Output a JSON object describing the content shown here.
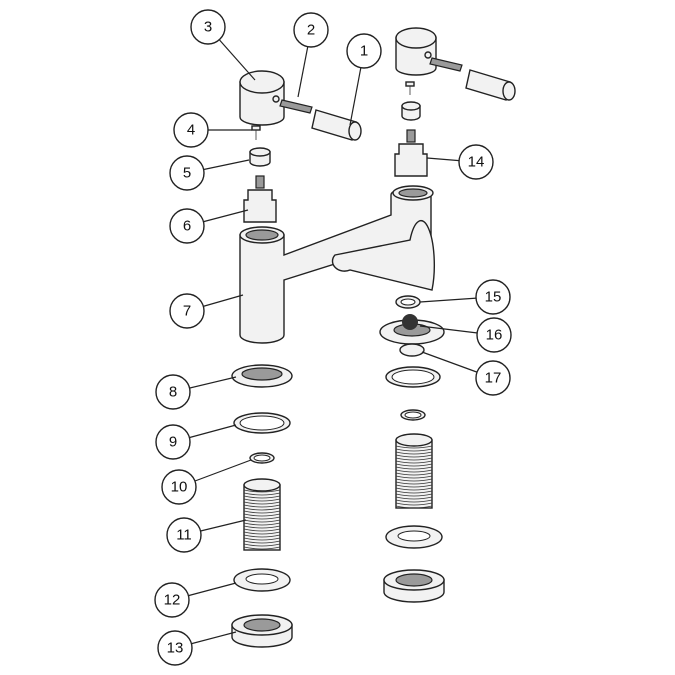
{
  "diagram": {
    "title": "Bath filler tap exploded parts view",
    "callouts": [
      "1",
      "2",
      "3",
      "4",
      "5",
      "6",
      "7",
      "8",
      "9",
      "10",
      "11",
      "12",
      "13",
      "14",
      "15",
      "16",
      "17"
    ]
  }
}
